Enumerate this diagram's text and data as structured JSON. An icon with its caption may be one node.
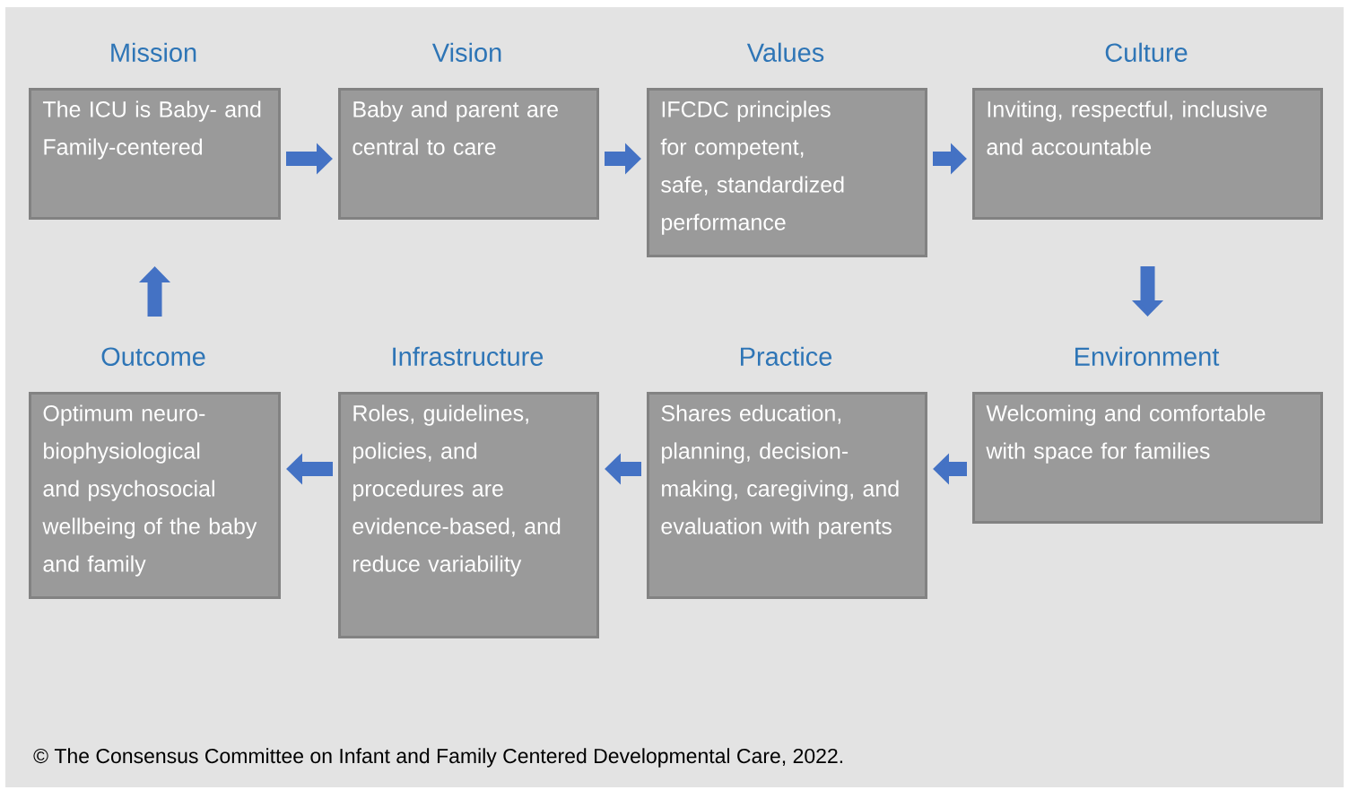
{
  "diagram": {
    "caption": "© The Consensus Committee on Infant and Family Centered Developmental Care, 2022.",
    "nodes": [
      {
        "text": [
          "Mission",
          "The ICU is Baby- and Family-centered"
        ]
      },
      {
        "text": [
          "Vision",
          "Baby and parent are central to care"
        ]
      },
      {
        "text": [
          "Values",
          "IFCDC principles for competent, safe, standardized performance"
        ]
      },
      {
        "text": [
          "Culture",
          "Inviting, respectful, inclusive and accountable"
        ]
      },
      {
        "text": [
          "Outcome",
          "Optimum neuro-biophysiological and psychosocial wellbeing of the baby and family"
        ]
      },
      {
        "text": [
          "Infrastructure",
          "Roles, guidelines, policies, and procedures are evidence-based, and reduce variability"
        ]
      },
      {
        "text": [
          "Practice",
          "Shares education, planning, decision-making, caregiving, and evaluation with parents"
        ]
      },
      {
        "text": [
          "Environment",
          "Welcoming and comfortable with space for families"
        ]
      }
    ],
    "edges": [
      {
        "from": 0,
        "to": 1,
        "arrow": "to"
      },
      {
        "from": 1,
        "to": 2,
        "arrow": "to"
      },
      {
        "from": 2,
        "to": 3,
        "arrow": "to"
      },
      {
        "from": 3,
        "to": 7,
        "arrow": "to"
      },
      {
        "from": 7,
        "to": 6,
        "arrow": "to"
      },
      {
        "from": 6,
        "to": 5,
        "arrow": "to"
      },
      {
        "from": 5,
        "to": 4,
        "arrow": "to"
      },
      {
        "from": 4,
        "to": 0,
        "arrow": "to"
      }
    ]
  }
}
